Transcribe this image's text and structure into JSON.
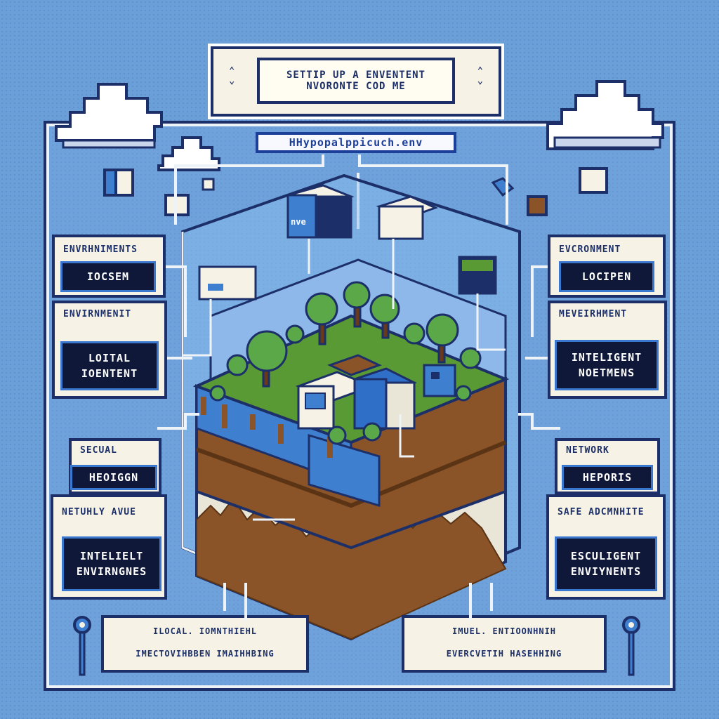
{
  "title": {
    "line1": "SETTIP UP A ENVENTENT",
    "line2": "NVORONTE COD  ME"
  },
  "file_tag": "HHypopalppicuch.env",
  "cube_label": "nve",
  "left_panels": [
    {
      "label": "ENVRHNIMENTS",
      "value": "IOCSEM"
    },
    {
      "label": "ENVIRNMENIT",
      "value_line1": "LOITAL",
      "value_line2": "IOENTENT"
    },
    {
      "label": "SECUAL",
      "value": "HEOIGGN"
    },
    {
      "label": "NETUHLY AVUE",
      "value_line1": "INTELIELT",
      "value_line2": "ENVIRNGNES"
    }
  ],
  "right_panels": [
    {
      "label": "EVCRONMENT",
      "value": "LOCIPEN"
    },
    {
      "label": "MEVEIRHMENT",
      "value_line1": "INTELIGENT",
      "value_line2": "NOETMENS"
    },
    {
      "label": "NETWORK",
      "value": "HEPORIS"
    },
    {
      "label": "SAFE ADCMNHITE",
      "value_line1": "ESCULIGENT",
      "value_line2": "ENVIYNENTS"
    }
  ],
  "bottom_left": {
    "line1": "ILOCAL. IOMNTHIEHL",
    "line2": "IMECTOVIHBBEN  IMAIHHBING"
  },
  "bottom_right": {
    "line1": "IMUEL. ENTIOONHNIH",
    "line2": "EVERCVETIH  HASEHHING"
  },
  "colors": {
    "background": "#6b9fd8",
    "navy": "#1c2f68",
    "panel": "#f6f3e6",
    "grass": "#5a9a34",
    "soil": "#8a5428",
    "water": "#3f7fd0"
  },
  "icons": [
    "cloud-icon",
    "cube-icon",
    "tree-icon",
    "server-icon",
    "pin-icon",
    "chevron-icon"
  ]
}
